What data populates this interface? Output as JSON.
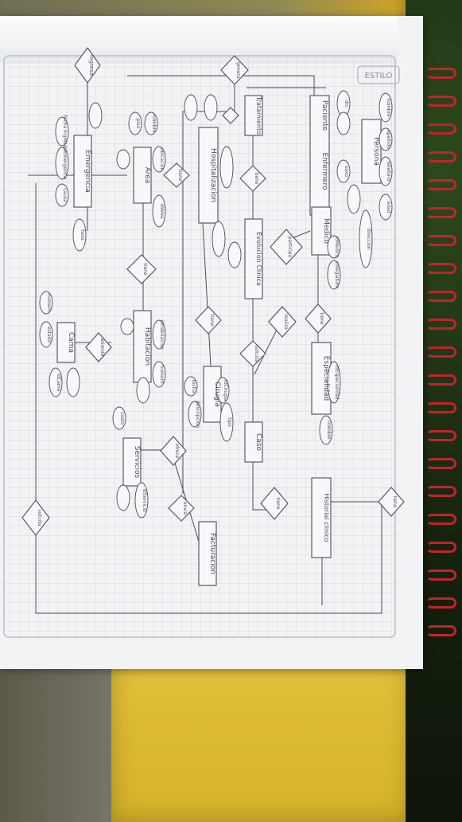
{
  "photo": {
    "subject": "hand-drawn-er-diagram-notebook-page",
    "colors": {
      "paper": "#f2f3f5",
      "grid": "#c9cdd6",
      "ink": "#4a4e5a",
      "bench": "#dcb631",
      "ring": "#c0242a"
    }
  },
  "header": {
    "stamp": "ESTILO"
  },
  "entities": {
    "emergencia": "Emergencia",
    "area": "Area",
    "paciente": "Paciente",
    "persona": "Persona",
    "enfermero": "Enfermero",
    "medico": "Medico",
    "especialidad": "Especialidad",
    "habitacion": "Habitacion",
    "cama": "Cama",
    "cirugia": "Cirugia",
    "caso": "Caso",
    "evolucion": "Evolucion Clinica",
    "tratamiento": "Tratamiento",
    "historial": "Historial clinico",
    "servicios": "Servicios",
    "facturacion": "Facturacion",
    "hospitalizacion": "Hospitalizacion"
  },
  "relations": {
    "ingresa": "Ingresa",
    "atiende": "atiende",
    "tiene1": "tiene",
    "tiene2": "tiene",
    "tiene3": "tiene",
    "tiene4": "tiene",
    "tiene5": "tiene",
    "participa": "participa",
    "realiza": "realiza",
    "ofrece": "ofrece",
    "envia": "envia",
    "solicita": "solicita",
    "genera": "genera"
  },
  "attributes": {
    "fecha_ingreso": "fecha Ingreso",
    "id_emergencia": "idEmergencia",
    "causa": "causa",
    "hora": "hora",
    "nombre_area": "nombre",
    "piso": "piso",
    "id_area": "idArea",
    "ubicacion": "ubicacion",
    "estado_cama": "estado",
    "numero_cama": "numero",
    "id_cama": "idCama",
    "tipo": "tipo",
    "id_cirugia": "idCirugia",
    "descripcion": "descripcion",
    "fecha": "fecha",
    "costo": "costo",
    "id_servicio": "idServicio",
    "dni": "dni",
    "nombre": "nombre",
    "apellido": "apellido",
    "direccion": "direccion",
    "telefono": "telefono",
    "edad": "edad",
    "sexo": "sexo",
    "id_especialidad": "idEspecialidad",
    "nombre_esp": "nombre",
    "id_habitacion": "idHabitacion",
    "numero_hab": "numero",
    "id_medico": "idMedico",
    "colegiatura": "colegiatura"
  }
}
